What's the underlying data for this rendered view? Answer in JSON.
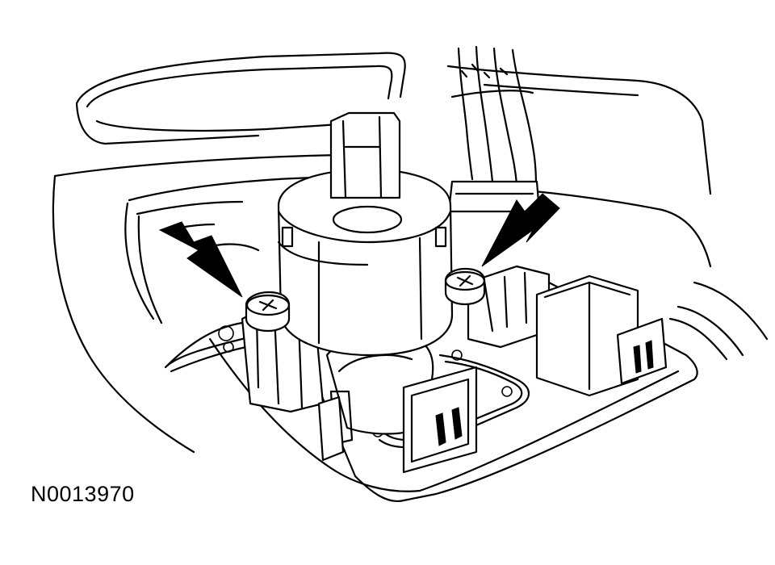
{
  "figure": {
    "code": "N0013970"
  },
  "illustration": {
    "subject": "ignition-switch-assembly",
    "callouts": [
      "arrow-left-screw",
      "arrow-right-screw"
    ],
    "line_color": "#000000",
    "background_color": "#ffffff"
  }
}
